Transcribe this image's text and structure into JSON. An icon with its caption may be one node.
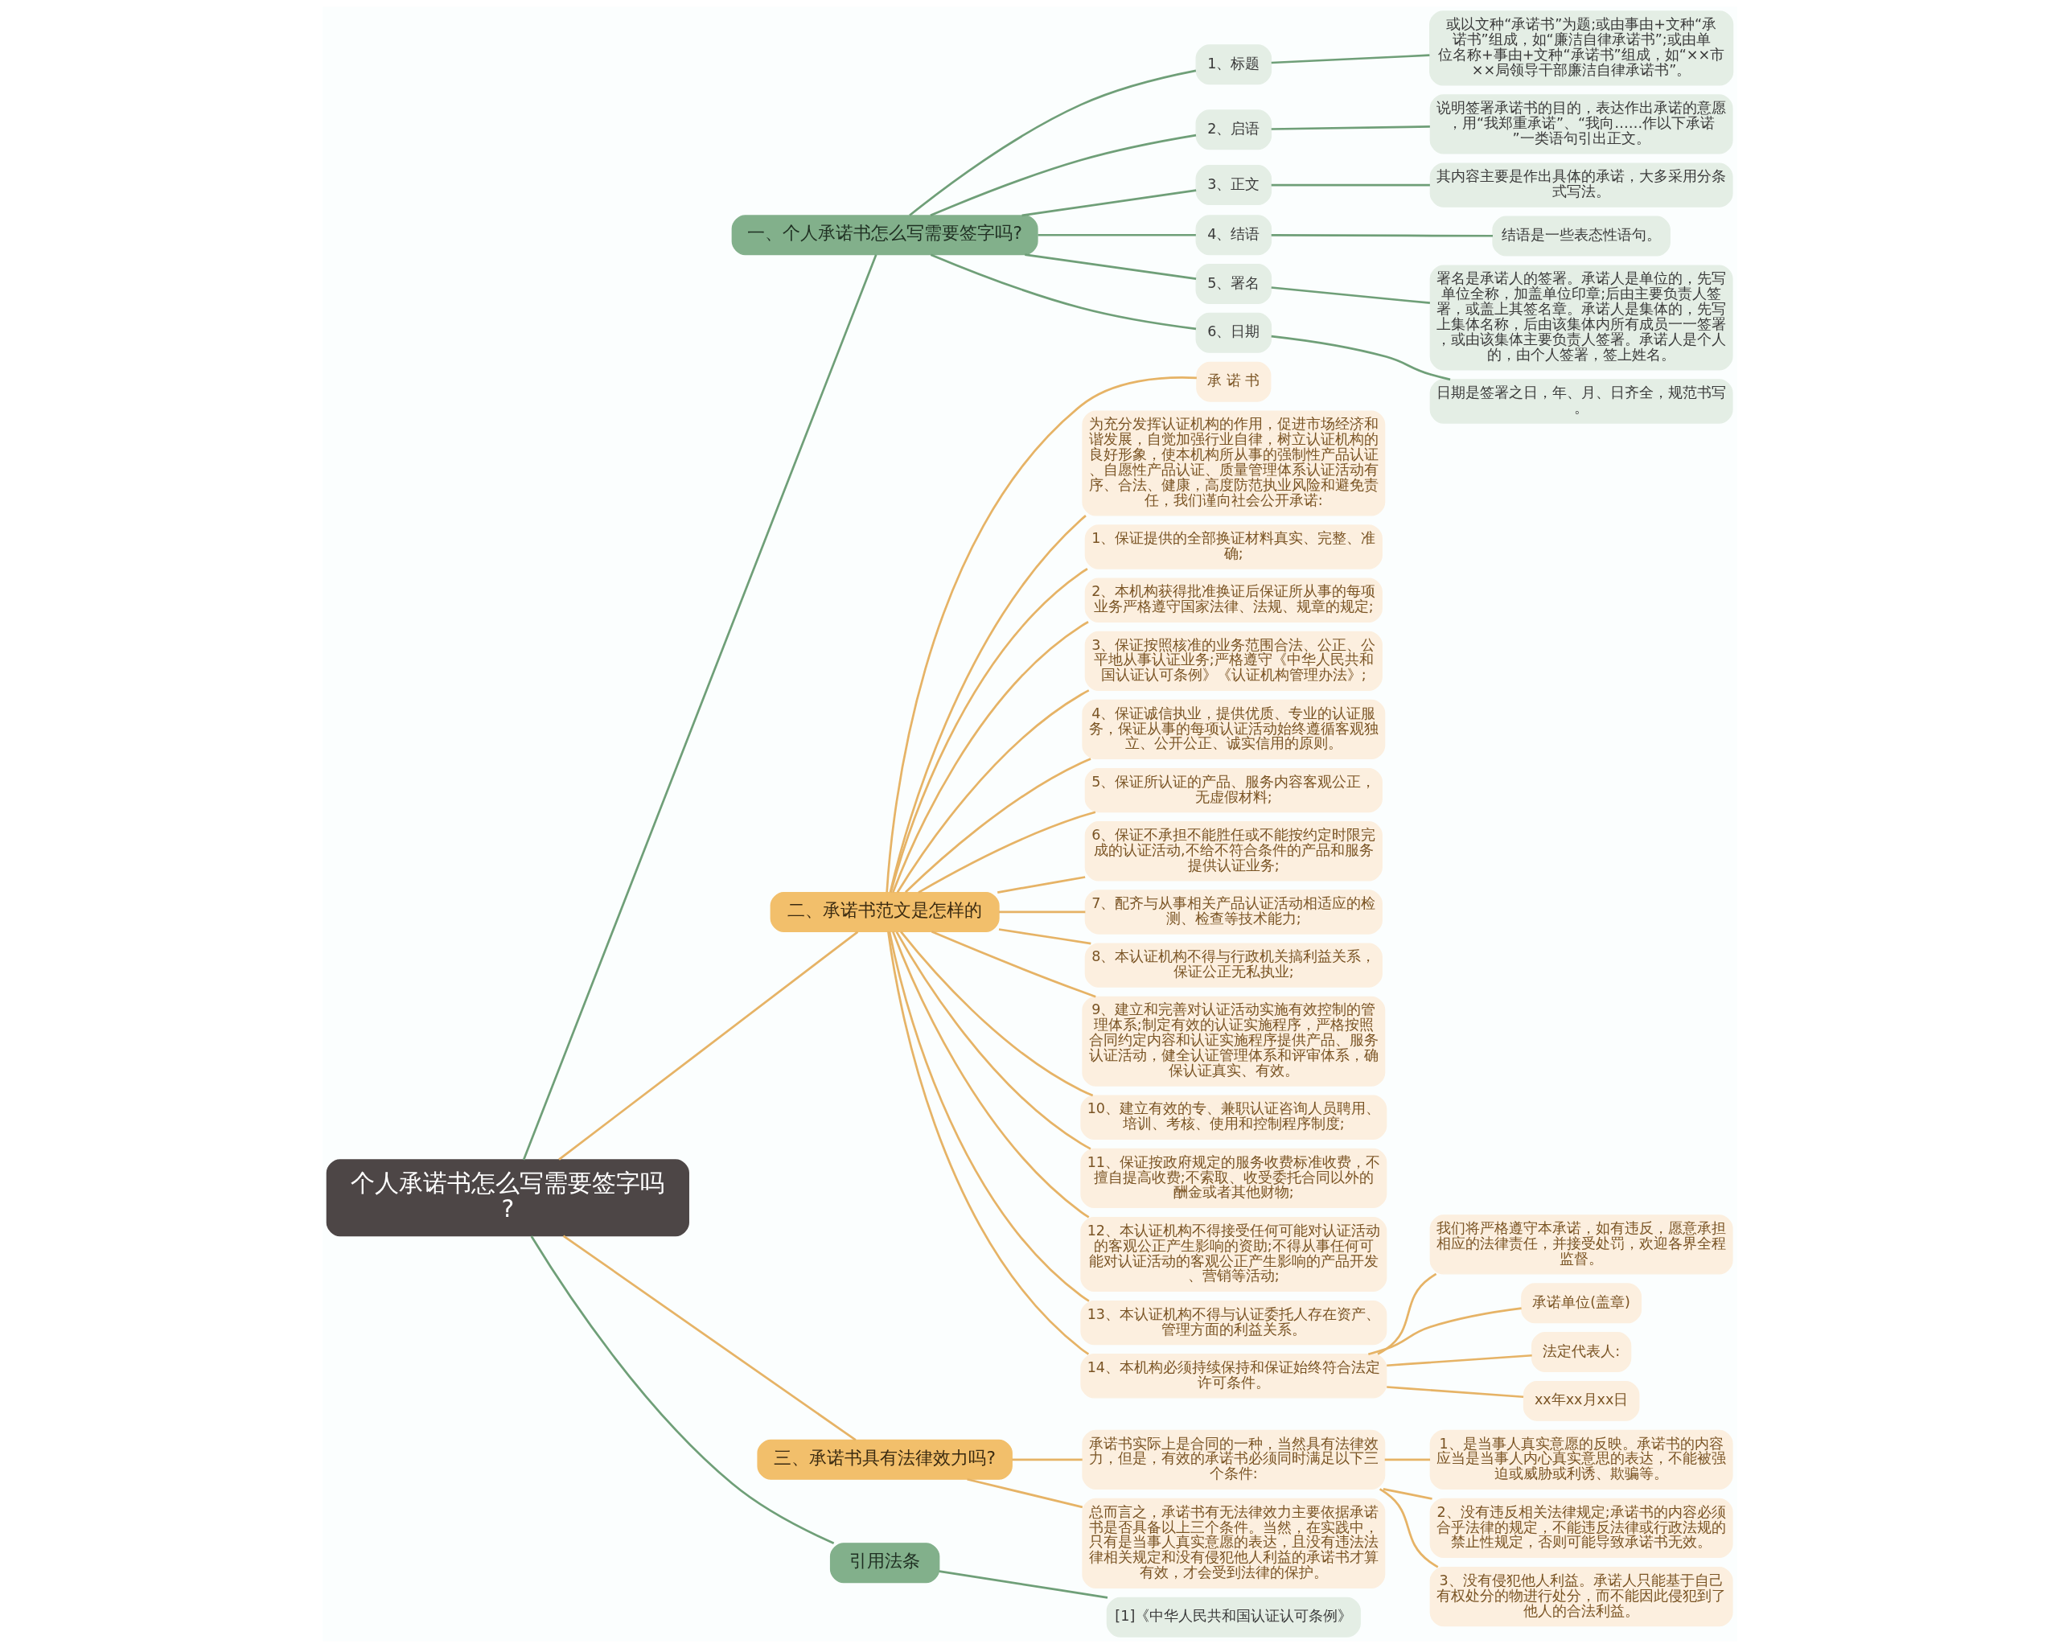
{
  "diagram": {
    "nodes": [
      {
        "text": [
          "个人承诺书怎么写需要签字吗?"
        ]
      },
      {
        "text": [
          "一、个人承诺书怎么写需要签字吗?"
        ]
      },
      {
        "text": [
          "1、标题"
        ]
      },
      {
        "text": [
          "或以文种“承诺书”为题;或由事由+文种“承诺书”组成，如“廉洁自律承诺书”;或由单位名称+事由+文种“承诺书”组成，如“××市××局领导干部廉洁自律承诺书”。"
        ]
      },
      {
        "text": [
          "2、启语"
        ]
      },
      {
        "text": [
          "说明签署承诺书的目的，表达作出承诺的意愿，用“我郑重承诺”、“我向……作以下承诺”一类语句引出正文。"
        ]
      },
      {
        "text": [
          "3、正文"
        ]
      },
      {
        "text": [
          "其内容主要是作出具体的承诺，大多采用分条式写法。"
        ]
      },
      {
        "text": [
          "4、结语"
        ]
      },
      {
        "text": [
          "结语是一些表态性语句。"
        ]
      },
      {
        "text": [
          "5、署名"
        ]
      },
      {
        "text": [
          "署名是承诺人的签署。承诺人是单位的，先写单位全称，加盖单位印章;后由主要负责人签署，或盖上其签名章。承诺人是集体的，先写上集体名称，后由该集体内所有成员一一签署，或由该集体主要负责人签署。承诺人是个人的，由个人签署，签上姓名。"
        ]
      },
      {
        "text": [
          "6、日期"
        ]
      },
      {
        "text": [
          "日期是签署之日，年、月、日齐全，规范书写。"
        ]
      },
      {
        "text": [
          "二、承诺书范文是怎样的"
        ]
      },
      {
        "text": [
          "承 诺 书"
        ]
      },
      {
        "text": [
          "为充分发挥认证机构的作用，促进市场经济和谐发展，自觉加强行业自律，树立认证机构的良好形象，使本机构所从事的强制性产品认证、自愿性产品认证、质量管理体系认证活动有序、合法、健康，高度防范执业风险和避免责任，我们谨向社会公开承诺:"
        ]
      },
      {
        "text": [
          "1、保证提供的全部换证材料真实、完整、准确;"
        ]
      },
      {
        "text": [
          "2、本机构获得批准换证后保证所从事的每项业务严格遵守国家法律、法规、规章的规定;"
        ]
      },
      {
        "text": [
          "3、保证按照核准的业务范围合法、公正、公平地从事认证业务;严格遵守《中华人民共和国认证认可条例》《认证机构管理办法》;"
        ]
      },
      {
        "text": [
          "4、保证诚信执业，提供优质、专业的认证服务，保证从事的每项认证活动始终遵循客观独立、公开公正、诚实信用的原则。"
        ]
      },
      {
        "text": [
          "5、保证所认证的产品、服务内容客观公正，无虚假材料;"
        ]
      },
      {
        "text": [
          "6、保证不承担不能胜任或不能按约定时限完成的认证活动,不给不符合条件的产品和服务提供认证业务;"
        ]
      },
      {
        "text": [
          "7、配齐与从事相关产品认证活动相适应的检测、检查等技术能力;"
        ]
      },
      {
        "text": [
          "8、本认证机构不得与行政机关搞利益关系，保证公正无私执业;"
        ]
      },
      {
        "text": [
          "9、建立和完善对认证活动实施有效控制的管理体系;制定有效的认证实施程序，严格按照合同约定内容和认证实施程序提供产品、服务认证活动，健全认证管理体系和评审体系，确保认证真实、有效。"
        ]
      },
      {
        "text": [
          "10、建立有效的专、兼职认证咨询人员聘用、培训、考核、使用和控制程序制度;"
        ]
      },
      {
        "text": [
          "11、保证按政府规定的服务收费标准收费，不擅自提高收费;不索取、收受委托合同以外的酬金或者其他财物;"
        ]
      },
      {
        "text": [
          "12、本认证机构不得接受任何可能对认证活动的客观公正产生影响的资助;不得从事任何可能对认证活动的客观公正产生影响的产品开发、营销等活动;"
        ]
      },
      {
        "text": [
          "13、本认证机构不得与认证委托人存在资产、管理方面的利益关系。"
        ]
      },
      {
        "text": [
          "14、本机构必须持续保持和保证始终符合法定许可条件。"
        ]
      },
      {
        "text": [
          "我们将严格遵守本承诺，如有违反，愿意承担相应的法律责任，并接受处罚，欢迎各界全程监督。"
        ]
      },
      {
        "text": [
          "承诺单位(盖章)"
        ]
      },
      {
        "text": [
          "法定代表人:"
        ]
      },
      {
        "text": [
          "xx年xx月xx日"
        ]
      },
      {
        "text": [
          "三、承诺书具有法律效力吗?"
        ]
      },
      {
        "text": [
          "承诺书实际上是合同的一种，当然具有法律效力，但是，有效的承诺书必须同时满足以下三个条件:"
        ]
      },
      {
        "text": [
          "1、是当事人真实意愿的反映。承诺书的内容应当是当事人内心真实意思的表达，不能被强迫或威胁或利诱、欺骗等。"
        ]
      },
      {
        "text": [
          "2、没有违反相关法律规定;承诺书的内容必须合乎法律的规定，不能违反法律或行政法规的禁止性规定，否则可能导致承诺书无效。"
        ]
      },
      {
        "text": [
          "3、没有侵犯他人利益。承诺人只能基于自己有权处分的物进行处分，而不能因此侵犯到了他人的合法利益。"
        ]
      },
      {
        "text": [
          "总而言之，承诺书有无法律效力主要依据承诺书是否具备以上三个条件。当然，在实践中，只有是当事人真实意愿的表达，且没有违法法律相关规定和没有侵犯他人利益的承诺书才算有效，才会受到法律的保护。"
        ]
      },
      {
        "text": [
          "引用法条"
        ]
      },
      {
        "text": [
          "[1]《中华人民共和国认证认可条例》"
        ]
      }
    ],
    "edges": [
      {
        "from": 0,
        "to": 1,
        "arrow": "none",
        "color": "#6f9f78"
      },
      {
        "from": 1,
        "to": 2,
        "arrow": "none",
        "color": "#6f9f78"
      },
      {
        "from": 2,
        "to": 3,
        "arrow": "none",
        "color": "#6f9f78"
      },
      {
        "from": 1,
        "to": 4,
        "arrow": "none",
        "color": "#6f9f78"
      },
      {
        "from": 4,
        "to": 5,
        "arrow": "none",
        "color": "#6f9f78"
      },
      {
        "from": 1,
        "to": 6,
        "arrow": "none",
        "color": "#6f9f78"
      },
      {
        "from": 6,
        "to": 7,
        "arrow": "none",
        "color": "#6f9f78"
      },
      {
        "from": 1,
        "to": 8,
        "arrow": "none",
        "color": "#6f9f78"
      },
      {
        "from": 8,
        "to": 9,
        "arrow": "none",
        "color": "#6f9f78"
      },
      {
        "from": 1,
        "to": 10,
        "arrow": "none",
        "color": "#6f9f78"
      },
      {
        "from": 10,
        "to": 11,
        "arrow": "none",
        "color": "#6f9f78"
      },
      {
        "from": 1,
        "to": 12,
        "arrow": "none",
        "color": "#6f9f78"
      },
      {
        "from": 12,
        "to": 13,
        "arrow": "none",
        "color": "#6f9f78"
      },
      {
        "from": 0,
        "to": 14,
        "arrow": "none"
      },
      {
        "from": 14,
        "to": 15,
        "arrow": "none"
      },
      {
        "from": 14,
        "to": 16,
        "arrow": "none"
      },
      {
        "from": 14,
        "to": 17,
        "arrow": "none"
      },
      {
        "from": 14,
        "to": 18,
        "arrow": "none"
      },
      {
        "from": 14,
        "to": 19,
        "arrow": "none"
      },
      {
        "from": 14,
        "to": 20,
        "arrow": "none"
      },
      {
        "from": 14,
        "to": 21,
        "arrow": "none"
      },
      {
        "from": 14,
        "to": 22,
        "arrow": "none"
      },
      {
        "from": 14,
        "to": 23,
        "arrow": "none"
      },
      {
        "from": 14,
        "to": 24,
        "arrow": "none"
      },
      {
        "from": 14,
        "to": 25,
        "arrow": "none"
      },
      {
        "from": 14,
        "to": 26,
        "arrow": "none"
      },
      {
        "from": 14,
        "to": 27,
        "arrow": "none"
      },
      {
        "from": 14,
        "to": 28,
        "arrow": "none"
      },
      {
        "from": 14,
        "to": 29,
        "arrow": "none"
      },
      {
        "from": 14,
        "to": 30,
        "arrow": "none"
      },
      {
        "from": 30,
        "to": 31,
        "arrow": "none"
      },
      {
        "from": 30,
        "to": 32,
        "arrow": "none"
      },
      {
        "from": 30,
        "to": 33,
        "arrow": "none"
      },
      {
        "from": 30,
        "to": 34,
        "arrow": "none"
      },
      {
        "from": 0,
        "to": 35,
        "arrow": "none"
      },
      {
        "from": 35,
        "to": 36,
        "arrow": "none"
      },
      {
        "from": 36,
        "to": 37,
        "arrow": "none"
      },
      {
        "from": 36,
        "to": 38,
        "arrow": "none"
      },
      {
        "from": 36,
        "to": 39,
        "arrow": "none"
      },
      {
        "from": 35,
        "to": 40,
        "arrow": "none"
      },
      {
        "from": 0,
        "to": 41,
        "arrow": "none",
        "color": "#6f9f78"
      },
      {
        "from": 41,
        "to": 42,
        "arrow": "none",
        "color": "#6f9f78"
      }
    ]
  }
}
